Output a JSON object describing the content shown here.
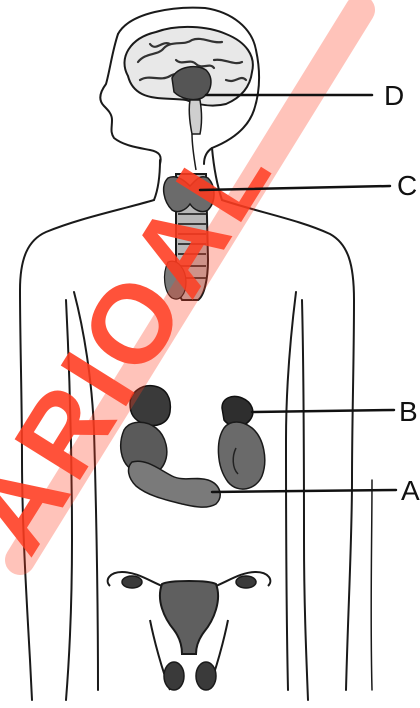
{
  "labels": {
    "a": "A",
    "b": "B",
    "c": "C",
    "d": "D"
  },
  "watermark": {
    "text": "ARIOAL",
    "color": "#ff3b1f"
  },
  "colors": {
    "outline": "#1a1a1a",
    "gland_dark": "#4a4a4a",
    "gland_mid": "#6b6b6b",
    "tissue": "#8a8a8a"
  }
}
